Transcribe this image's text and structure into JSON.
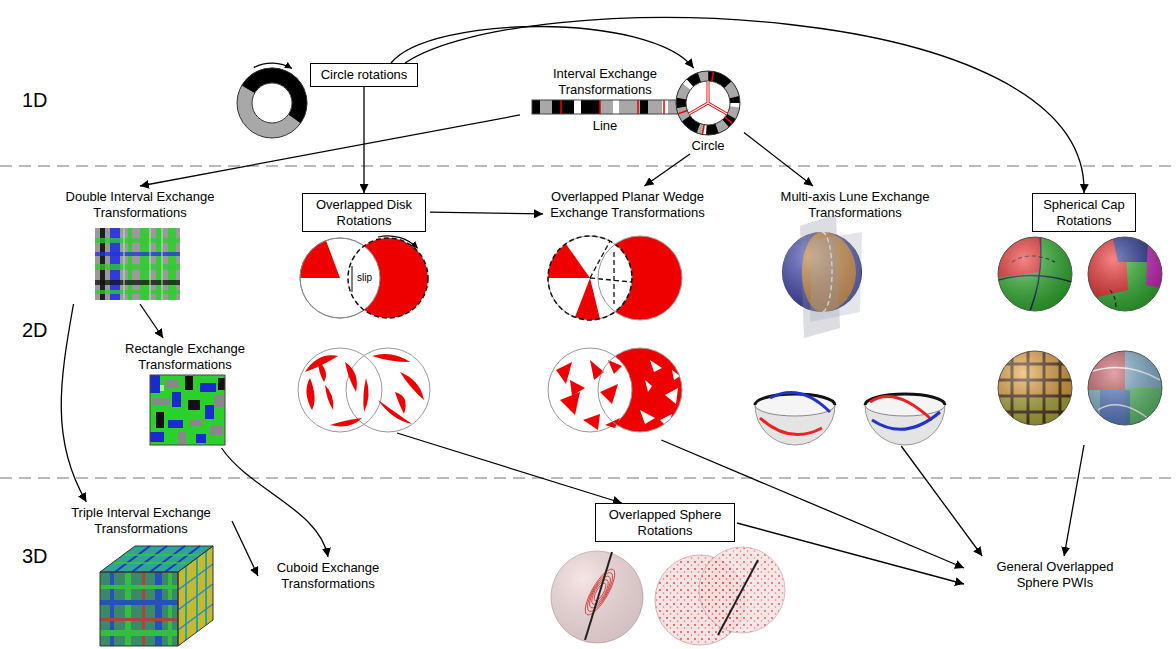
{
  "diagram": {
    "nodes": [
      {
        "text": [
          "Circle rotations"
        ]
      },
      {
        "text": [
          "Interval Exchange Transformations",
          "Line"
        ]
      },
      {
        "text": [
          "Circle"
        ]
      },
      {
        "text": [
          "Double Interval Exchange Transformations"
        ]
      },
      {
        "text": [
          "Overlapped Disk Rotations"
        ]
      },
      {
        "text": [
          "Overlapped Planar Wedge Exchange Transformations"
        ]
      },
      {
        "text": [
          "Multi-axis Lune Exchange Transformations"
        ]
      },
      {
        "text": [
          "Spherical Cap Rotations"
        ]
      },
      {
        "text": [
          "Rectangle Exchange Transformations"
        ]
      },
      {
        "text": [
          "Triple Interval Exchange Transformations"
        ]
      },
      {
        "text": [
          "Cuboid Exchange Transformations"
        ]
      },
      {
        "text": [
          "Overlapped Sphere Rotations"
        ]
      },
      {
        "text": [
          "General Overlapped Sphere PWIs"
        ]
      }
    ],
    "edges": [
      {
        "from": 0,
        "to": 2,
        "arrow": "to"
      },
      {
        "from": 0,
        "to": 7,
        "arrow": "to"
      },
      {
        "from": 0,
        "to": 4,
        "arrow": "to"
      },
      {
        "from": 1,
        "to": 3,
        "arrow": "to"
      },
      {
        "from": 2,
        "to": 5,
        "arrow": "to"
      },
      {
        "from": 2,
        "to": 6,
        "arrow": "to"
      },
      {
        "from": 4,
        "to": 5,
        "arrow": "to"
      },
      {
        "from": 3,
        "to": 8,
        "arrow": "to"
      },
      {
        "from": 3,
        "to": 9,
        "arrow": "to"
      },
      {
        "from": 8,
        "to": 10,
        "arrow": "to"
      },
      {
        "from": 9,
        "to": 10,
        "arrow": "to"
      },
      {
        "from": 4,
        "to": 11,
        "arrow": "to"
      },
      {
        "from": 5,
        "to": 12,
        "arrow": "to"
      },
      {
        "from": 11,
        "to": 12,
        "arrow": "to"
      },
      {
        "from": 6,
        "to": 12,
        "arrow": "to"
      },
      {
        "from": 7,
        "to": 12,
        "arrow": "to"
      }
    ],
    "labels": [
      "1D",
      "2D",
      "3D",
      "slip"
    ]
  }
}
